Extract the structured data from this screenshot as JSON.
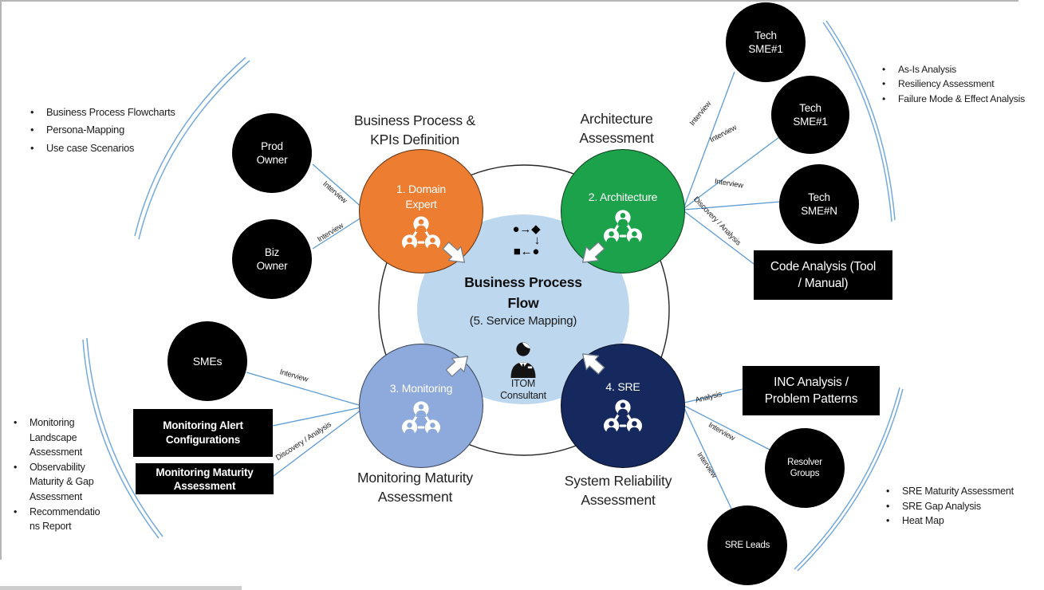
{
  "headings": {
    "business_process_kpis": "Business Process &\nKPIs Definition",
    "architecture": "Architecture\nAssessment",
    "monitoring_maturity": "Monitoring Maturity\nAssessment",
    "system_reliability": "System Reliability\nAssessment"
  },
  "center": {
    "title": "Business Process\nFlow",
    "subtitle": "(5. Service Mapping)",
    "consultant": "ITOM\nConsultant",
    "flow_icon_row1": "●→◆",
    "flow_icon_row2": "↓",
    "flow_icon_row3": "■←●"
  },
  "stage_circles": [
    {
      "label": "1. Domain\nExpert",
      "color": "#ED7D31"
    },
    {
      "label": "2. Architecture",
      "color": "#1CA24A"
    },
    {
      "label": "3. Monitoring",
      "color": "#8EA9DB"
    },
    {
      "label": "4. SRE",
      "color": "#15295E"
    }
  ],
  "actors": [
    {
      "label": "Prod\nOwner"
    },
    {
      "label": "Biz\nOwner"
    },
    {
      "label": "Tech\nSME#1"
    },
    {
      "label": "Tech\nSME#1"
    },
    {
      "label": "Tech\nSME#N"
    },
    {
      "label": "SMEs"
    },
    {
      "label": "Resolver\nGroups"
    },
    {
      "label": "SRE Leads"
    }
  ],
  "artifacts": [
    {
      "label": "Code Analysis (Tool\n/ Manual)"
    },
    {
      "label": "INC Analysis /\nProblem Patterns"
    },
    {
      "label": "Monitoring Alert\nConfigurations"
    },
    {
      "label": "Monitoring Maturity\nAssessment"
    }
  ],
  "bullets": {
    "top_left": [
      "Business Process Flowcharts",
      "Persona-Mapping",
      "Use case Scenarios"
    ],
    "top_right": [
      "As-Is Analysis",
      "Resiliency Assessment",
      "Failure Mode & Effect Analysis"
    ],
    "bottom_left": [
      "Monitoring Landscape Assessment",
      "Observability Maturity & Gap Assessment",
      "Recommendatio\nns Report"
    ],
    "bottom_right": [
      "SRE Maturity Assessment",
      "SRE Gap Analysis",
      "Heat Map"
    ]
  },
  "connector_labels": {
    "prod_owner": "Interview",
    "biz_owner": "Interview",
    "tech_sme1a": "Interview",
    "tech_sme1b": "Interview",
    "tech_smeN": "Interview",
    "code_analysis": "Discovery / Analysis",
    "smes": "Interview",
    "monitoring_boxes": "Discovery / Analysis",
    "inc_analysis": "Analysis",
    "resolver_groups": "Interview",
    "sre_leads": "Interview"
  },
  "colors": {
    "connector_line": "#5B9BD5",
    "corner_arc": "#74A9DC",
    "domain_expert_fill": "#ED7D31",
    "architecture_fill": "#1CA24A",
    "monitoring_fill": "#8EA9DB",
    "sre_fill": "#15295E",
    "center_fill": "#BDD7EE",
    "actor_fill": "#000000",
    "artifact_fill": "#000000"
  }
}
